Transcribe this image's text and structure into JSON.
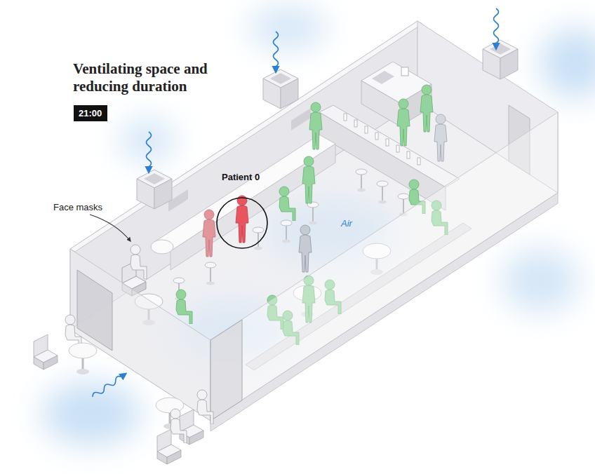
{
  "diagram": {
    "title": "Ventilating space and reducing duration",
    "nodes": [
      {
        "text": [
          "21:00"
        ]
      }
    ],
    "labels": [
      "Patient 0",
      "Face masks",
      "Air"
    ]
  }
}
